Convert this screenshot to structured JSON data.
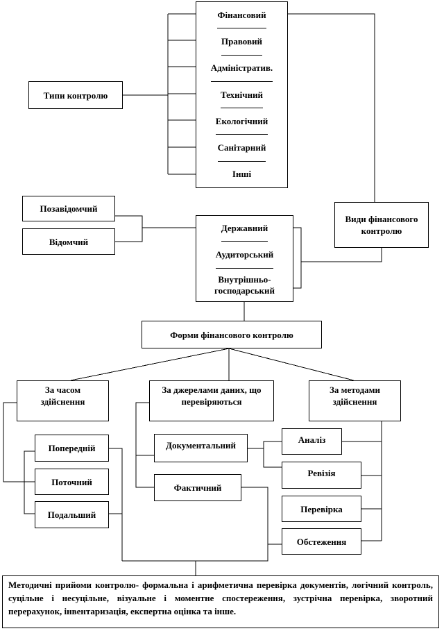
{
  "types": {
    "label": "Типи контролю",
    "items": [
      "Фінансовий",
      "Правовий",
      "Адміністратив.",
      "Технічний",
      "Екологічний",
      "Санітарний",
      "Інші"
    ]
  },
  "kinds": {
    "label": "Види фінансового контролю",
    "items": [
      "Державний",
      "Аудиторський",
      "Внутрішньо-господарський"
    ]
  },
  "departmental": {
    "non_departmental": "Позавідомчий",
    "departmental": "Відомчий"
  },
  "forms": {
    "label": "Форми фінансового контролю"
  },
  "by_time": {
    "label": "За часом здійснення",
    "items": [
      "Попередній",
      "Поточний",
      "Подальший"
    ]
  },
  "by_sources": {
    "label": "За джерелами даних, що перевіряються",
    "items": [
      "Документальний",
      "Фактичний"
    ]
  },
  "by_methods": {
    "label": "За методами здійснення",
    "items": [
      "Аналіз",
      "Ревізія",
      "Перевірка",
      "Обстеження"
    ]
  },
  "methodical_note": "Методичні прийоми контролю- формальна і арифметична перевірка документів, логічний контроль, суцільне і несуцільне, візуальне і моментне спостереження, зустрічна перевірка, зворотний перерахунок, інвентаризація, експертна оцінка та інше."
}
